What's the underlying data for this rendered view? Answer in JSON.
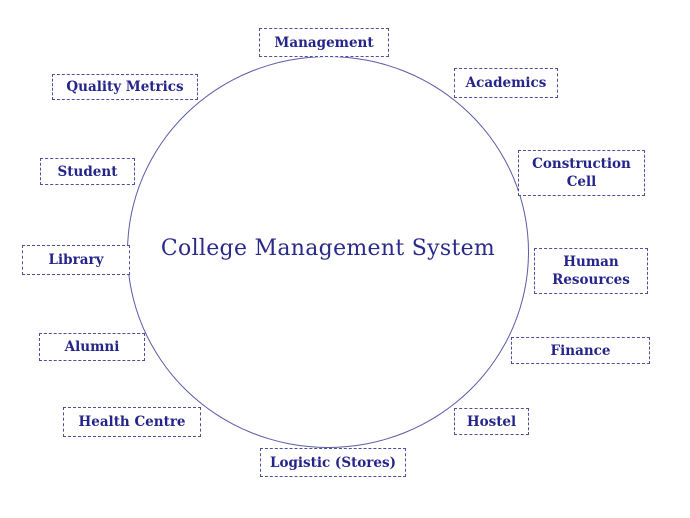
{
  "diagram": {
    "center_label": "College Management System",
    "nodes": {
      "management": "Management",
      "academics": "Academics",
      "construction_cell": "Construction\nCell",
      "human_resources": "Human\nResources",
      "finance": "Finance",
      "hostel": "Hostel",
      "logistic_stores": "Logistic (Stores)",
      "health_centre": "Health Centre",
      "alumni": "Alumni",
      "library": "Library",
      "student": "Student",
      "quality_metrics": "Quality Metrics"
    },
    "colors": {
      "text": "#24248a",
      "border": "#4e4e9a",
      "circle": "#5b5ba8"
    }
  }
}
